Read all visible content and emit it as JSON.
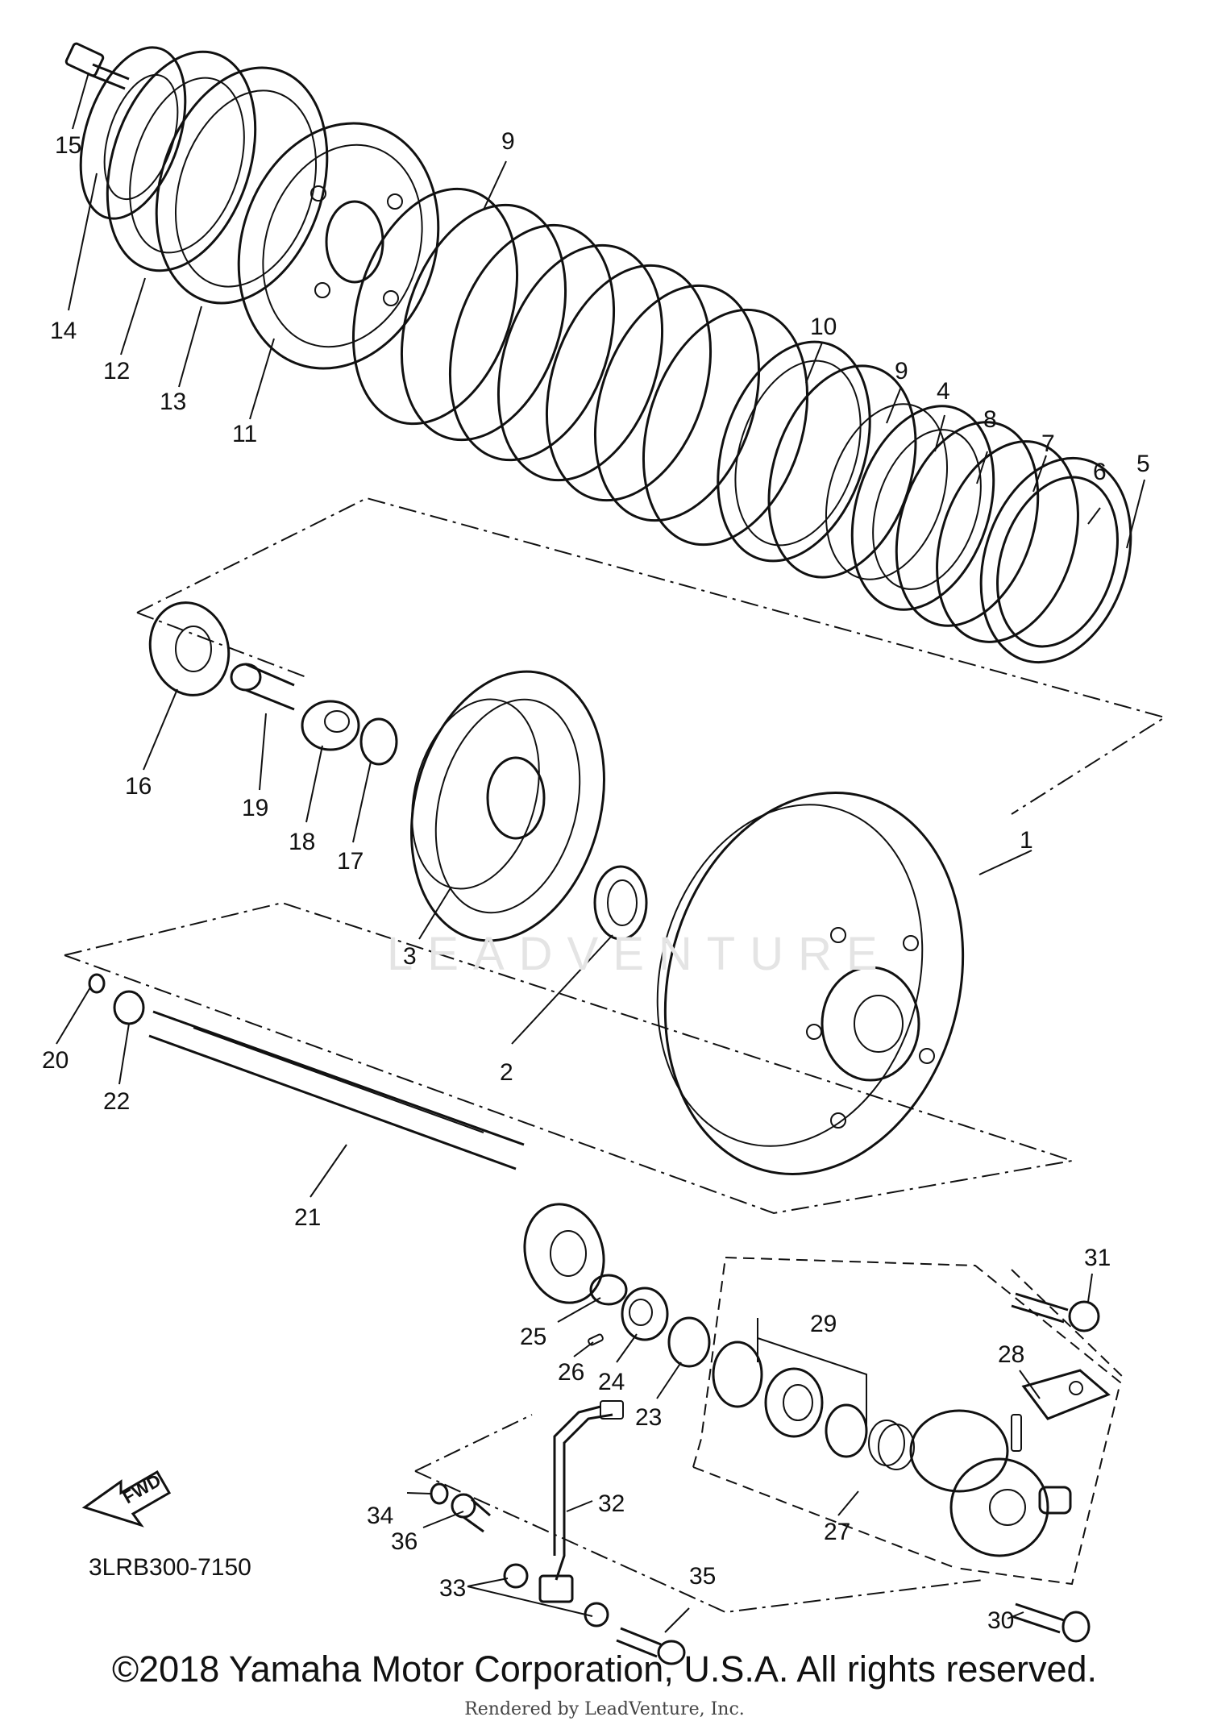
{
  "diagram": {
    "code": "3LRB300-7150",
    "direction_label": "FWD",
    "watermark": "LEADVENTURE",
    "copyright": "©2018 Yamaha Motor Corporation, U.S.A. All rights reserved.",
    "rendered_by": "Rendered by LeadVenture, Inc.",
    "callouts": [
      "1",
      "2",
      "3",
      "4",
      "5",
      "6",
      "7",
      "8",
      "9",
      "9",
      "10",
      "11",
      "12",
      "13",
      "14",
      "15",
      "16",
      "17",
      "18",
      "19",
      "20",
      "21",
      "22",
      "23",
      "24",
      "25",
      "26",
      "27",
      "28",
      "29",
      "30",
      "31",
      "32",
      "33",
      "34",
      "35",
      "36"
    ]
  }
}
